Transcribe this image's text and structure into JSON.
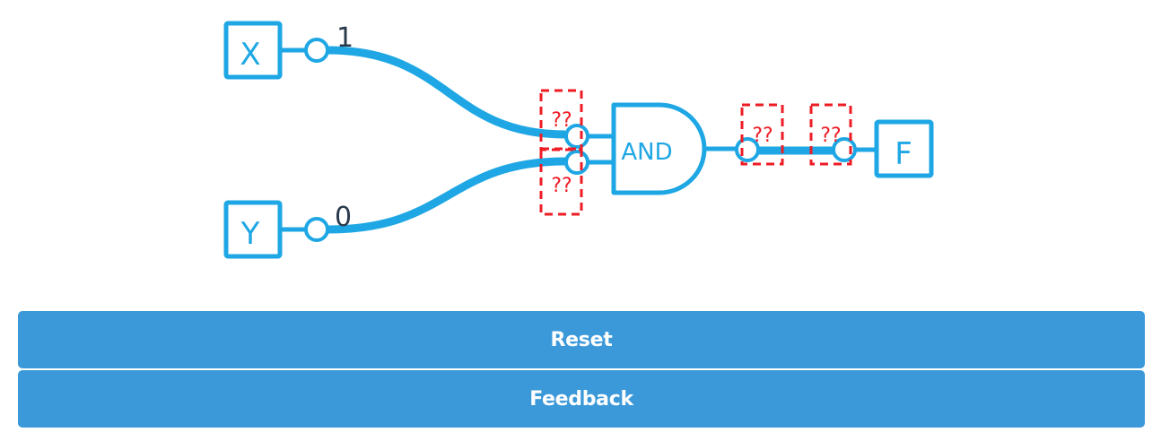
{
  "circuit": {
    "inputs": [
      {
        "name": "X",
        "value": "1"
      },
      {
        "name": "Y",
        "value": "0"
      }
    ],
    "gate": {
      "type": "AND"
    },
    "output": {
      "name": "F"
    },
    "unknown_markers": [
      "??",
      "??",
      "??",
      "??"
    ],
    "colors": {
      "wire": "#1ea7e4",
      "unknown": "#ee1c25",
      "value_text": "#2a3b4d"
    }
  },
  "buttons": {
    "reset": "Reset",
    "feedback": "Feedback",
    "color": "#3b99d9"
  }
}
